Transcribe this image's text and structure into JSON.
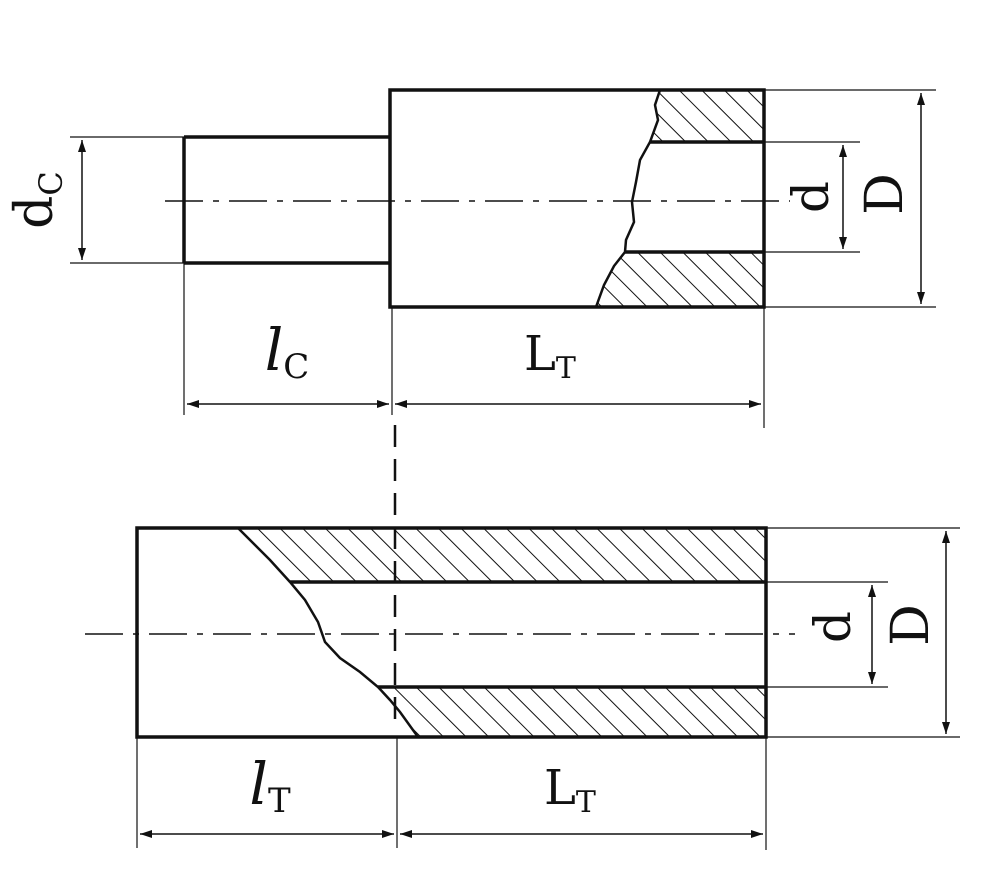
{
  "colors": {
    "ink": "#111111",
    "paper": "#ffffff"
  },
  "top_part": {
    "dim_shank_diameter": {
      "main": "d",
      "sub": "C"
    },
    "dim_bore_diameter": "d",
    "dim_outer_diameter": "D",
    "dim_shank_length": {
      "main": "l",
      "sub": "C"
    },
    "dim_body_length": {
      "main": "L",
      "sub": "T"
    }
  },
  "bottom_part": {
    "dim_bore_diameter": "d",
    "dim_outer_diameter": "D",
    "dim_left_length": {
      "main": "l",
      "sub": "T"
    },
    "dim_body_length": {
      "main": "L",
      "sub": "T"
    }
  }
}
